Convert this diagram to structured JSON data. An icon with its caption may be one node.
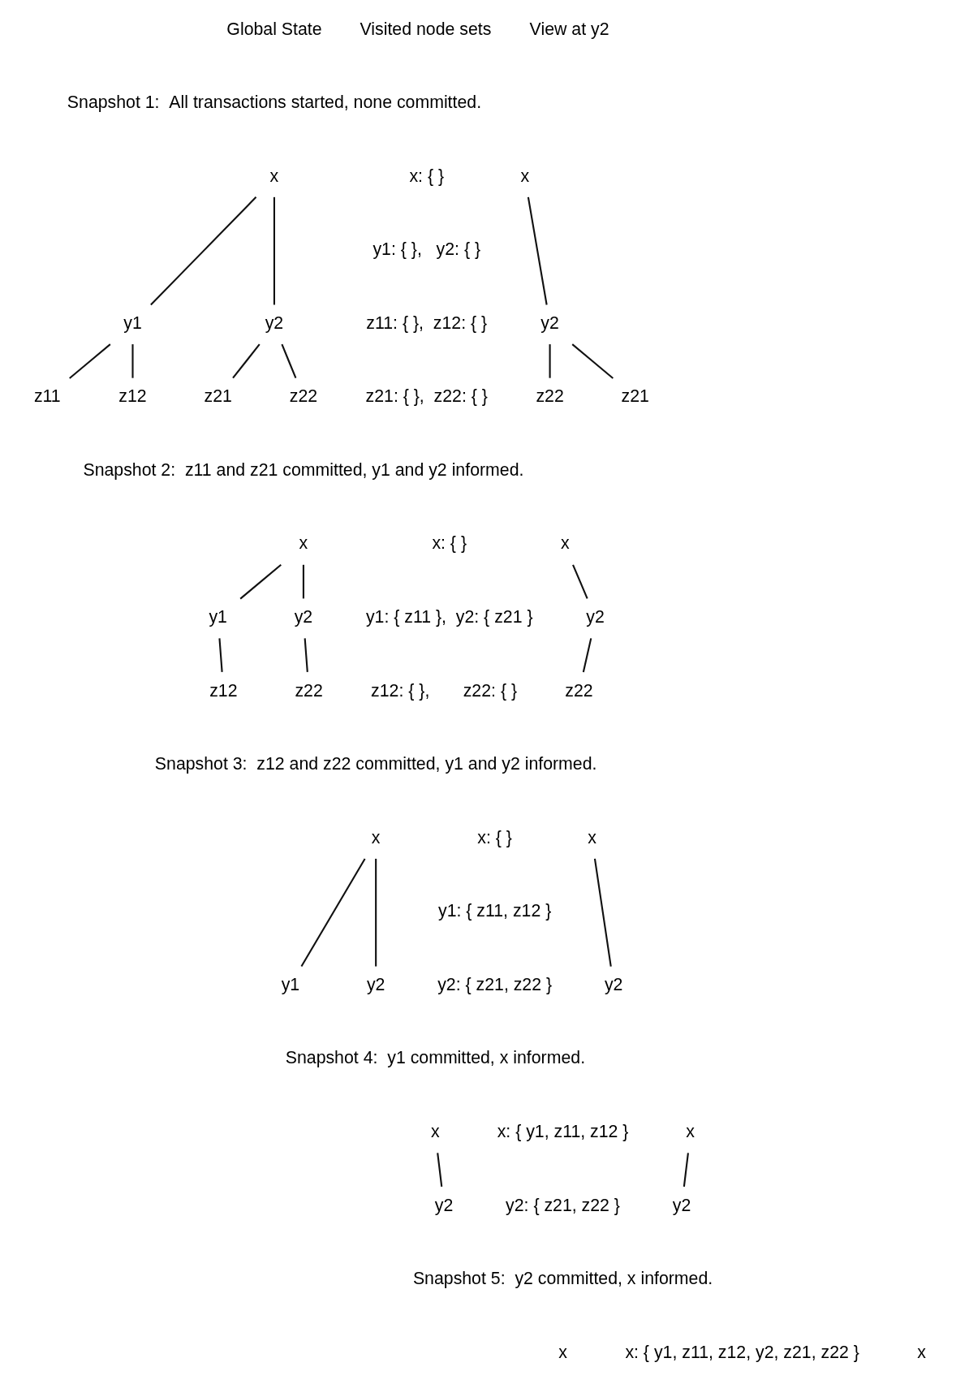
{
  "diagram": {
    "nodes": [
      {
        "text": [
          "x"
        ]
      },
      {
        "text": [
          "y1"
        ]
      },
      {
        "text": [
          "y2"
        ]
      },
      {
        "text": [
          "z11"
        ]
      },
      {
        "text": [
          "z12"
        ]
      },
      {
        "text": [
          "z21"
        ]
      },
      {
        "text": [
          "z22"
        ]
      },
      {
        "text": [
          "x"
        ]
      },
      {
        "text": [
          "y2"
        ]
      },
      {
        "text": [
          "z21"
        ]
      },
      {
        "text": [
          "z22"
        ]
      },
      {
        "text": [
          "x"
        ]
      },
      {
        "text": [
          "y1"
        ]
      },
      {
        "text": [
          "y2"
        ]
      },
      {
        "text": [
          "z12"
        ]
      },
      {
        "text": [
          "z22"
        ]
      },
      {
        "text": [
          "x"
        ]
      },
      {
        "text": [
          "y2"
        ]
      },
      {
        "text": [
          "z22"
        ]
      },
      {
        "text": [
          "x"
        ]
      },
      {
        "text": [
          "y1"
        ]
      },
      {
        "text": [
          "y2"
        ]
      },
      {
        "text": [
          "x"
        ]
      },
      {
        "text": [
          "y2"
        ]
      },
      {
        "text": [
          "x"
        ]
      },
      {
        "text": [
          "y2"
        ]
      },
      {
        "text": [
          "x"
        ]
      },
      {
        "text": [
          "y2"
        ]
      },
      {
        "text": [
          "x"
        ]
      },
      {
        "text": [
          "x"
        ]
      }
    ],
    "edges": [
      {
        "from": 0,
        "to": 1,
        "arrow": "none"
      },
      {
        "from": 0,
        "to": 2,
        "arrow": "none"
      },
      {
        "from": 1,
        "to": 3,
        "arrow": "none"
      },
      {
        "from": 1,
        "to": 4,
        "arrow": "none"
      },
      {
        "from": 2,
        "to": 5,
        "arrow": "none"
      },
      {
        "from": 2,
        "to": 6,
        "arrow": "none"
      },
      {
        "from": 7,
        "to": 8,
        "arrow": "none"
      },
      {
        "from": 8,
        "to": 9,
        "arrow": "none"
      },
      {
        "from": 8,
        "to": 10,
        "arrow": "none"
      },
      {
        "from": 11,
        "to": 12,
        "arrow": "none"
      },
      {
        "from": 11,
        "to": 13,
        "arrow": "none"
      },
      {
        "from": 12,
        "to": 14,
        "arrow": "none"
      },
      {
        "from": 13,
        "to": 15,
        "arrow": "none"
      },
      {
        "from": 16,
        "to": 17,
        "arrow": "none"
      },
      {
        "from": 17,
        "to": 18,
        "arrow": "none"
      },
      {
        "from": 19,
        "to": 20,
        "arrow": "none"
      },
      {
        "from": 19,
        "to": 21,
        "arrow": "none"
      },
      {
        "from": 22,
        "to": 23,
        "arrow": "none"
      },
      {
        "from": 24,
        "to": 25,
        "arrow": "none"
      },
      {
        "from": 26,
        "to": 27,
        "arrow": "none"
      }
    ],
    "labels": [
      "Global State",
      "Visited node sets",
      "View at y2",
      "Snapshot 1:  All transactions started, none committed.",
      "x: { }",
      "y1: { },   y2: { }",
      "z11: { },  z12: { }",
      "z21: { },  z22: { }",
      "Snapshot 2:  z11 and z21 committed, y1 and y2 informed.",
      "x: { }",
      "y1: { z11 },  y2: { z21 }",
      "z12: { },       z22: { }",
      "Snapshot 3:  z12 and z22 committed, y1 and y2 informed.",
      "x: { }",
      "y1: { z11, z12 }",
      "y2: { z21, z22 }",
      "Snapshot 4:  y1 committed, x informed.",
      "x: { y1, z11, z12 }",
      "y2: { z21, z22 }",
      "Snapshot 5:  y2 committed, x informed.",
      "x: { y1, z11, z12, y2, z21, z22 }"
    ]
  }
}
